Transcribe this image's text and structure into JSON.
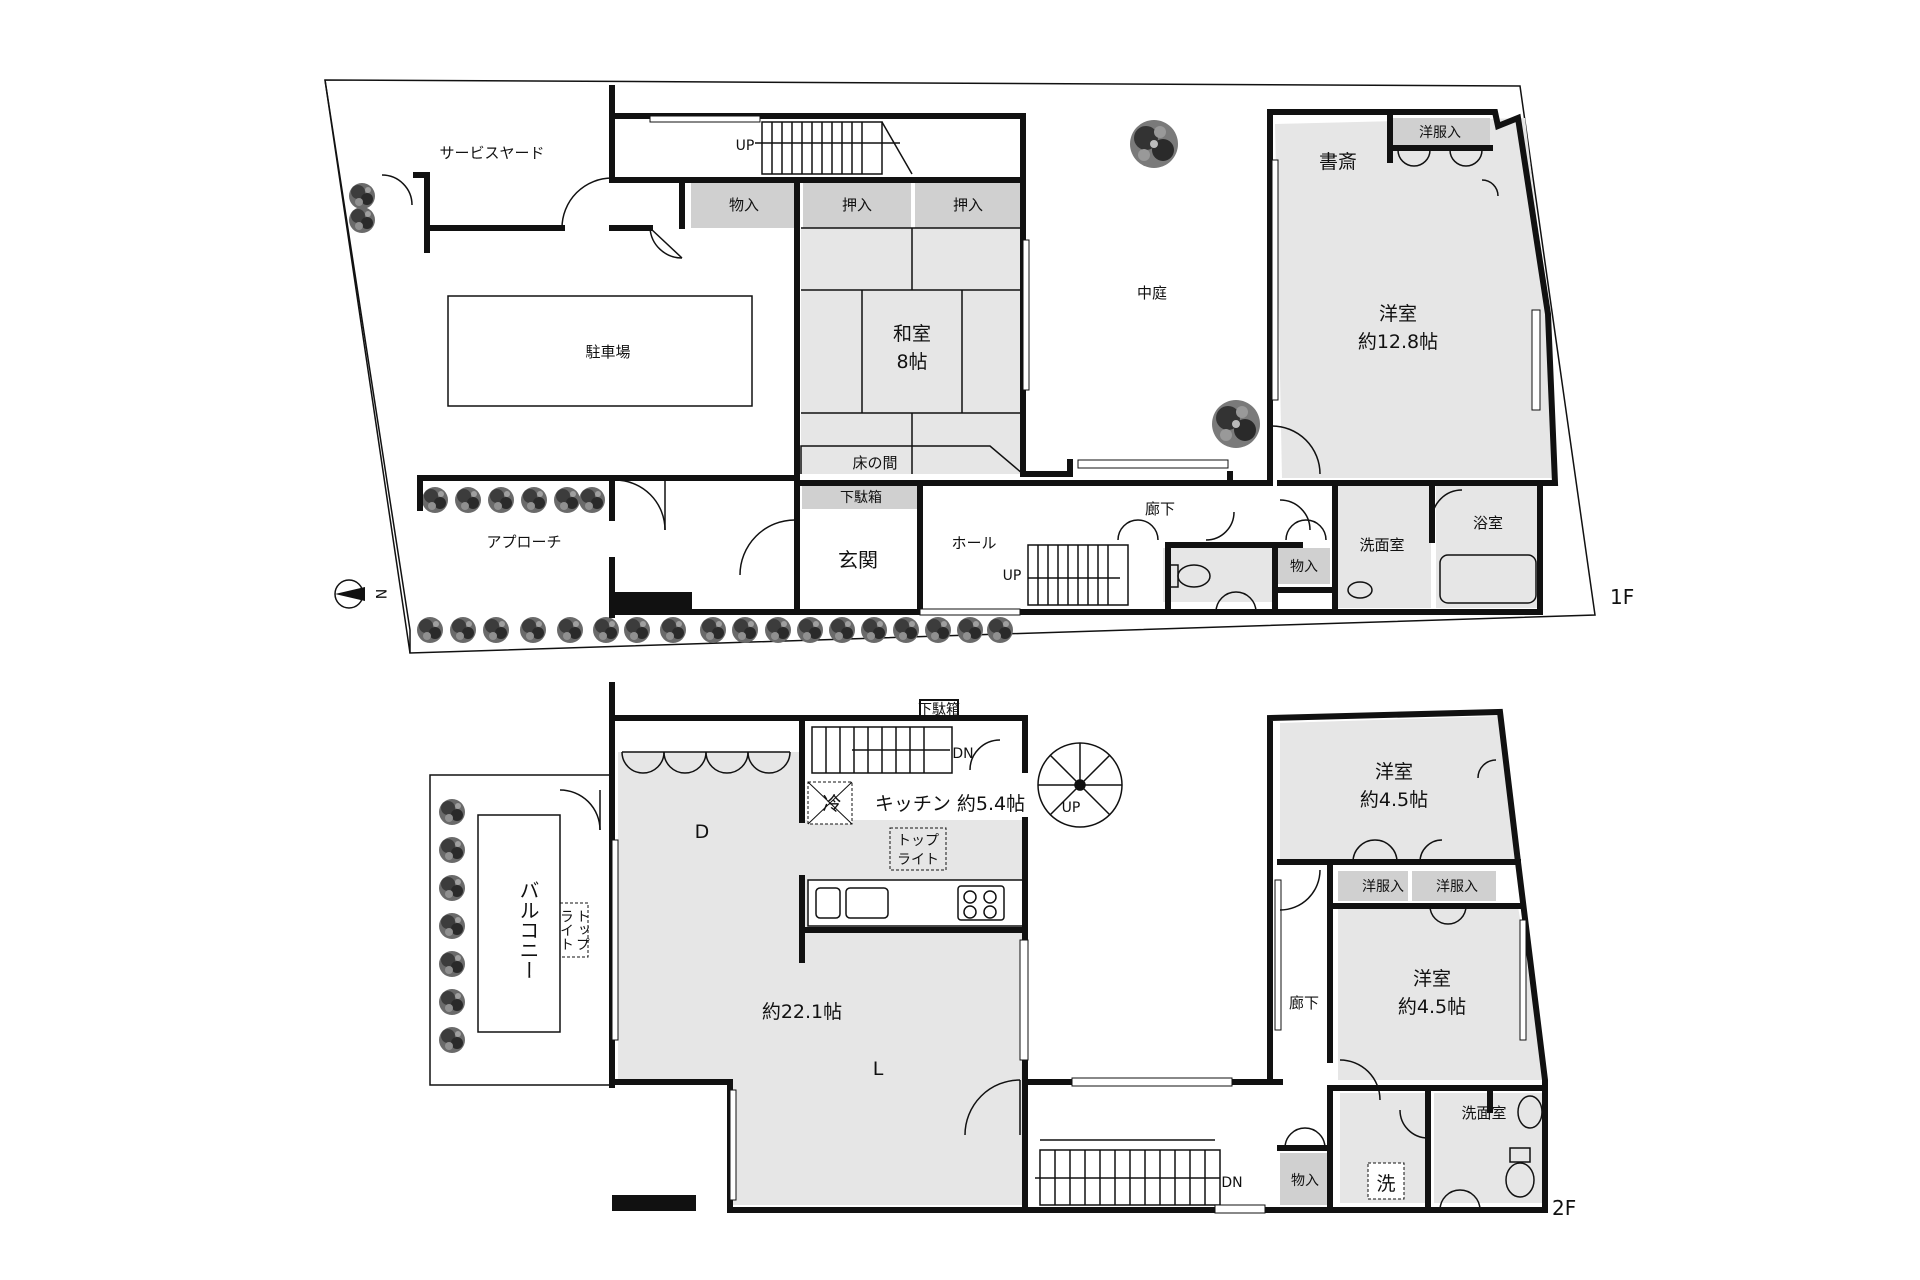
{
  "plan_1f": {
    "floor_label": "1F",
    "rooms": {
      "service_yard": "サービスヤード",
      "parking": "駐車場",
      "approach": "アプローチ",
      "storage_top": "物入",
      "closet_a": "押入",
      "closet_b": "押入",
      "washitsu_name": "和室",
      "washitsu_size": "8帖",
      "tokonoma": "床の間",
      "courtyard": "中庭",
      "study": "書斎",
      "wardrobe": "洋服入",
      "western_name": "洋室",
      "western_size": "約12.8帖",
      "shoe_box": "下駄箱",
      "entrance": "玄関",
      "hall": "ホール",
      "corridor": "廊下",
      "storage_bottom": "物入",
      "washroom": "洗面室",
      "bathroom": "浴室"
    },
    "stairs": {
      "hall_up": "UP",
      "top_up": "UP"
    }
  },
  "plan_2f": {
    "floor_label": "2F",
    "rooms": {
      "shoe_box": "下駄箱",
      "kitchen": "キッチン 約5.4帖",
      "fridge": "冷",
      "toplight_kitchen_1": "トップ",
      "toplight_kitchen_2": "ライト",
      "dining": "D",
      "living_size": "約22.1帖",
      "living": "L",
      "balcony": "バルコニー",
      "toplight_balcony_1": "トップ",
      "toplight_balcony_2": "ライト",
      "western1_name": "洋室",
      "western1_size": "約4.5帖",
      "wardrobe_a": "洋服入",
      "wardrobe_b": "洋服入",
      "western2_name": "洋室",
      "western2_size": "約4.5帖",
      "corridor": "廊下",
      "storage": "物入",
      "laundry": "洗",
      "washroom": "洗面室"
    },
    "stairs": {
      "main_dn": "DN",
      "top_dn": "DN",
      "spiral_up": "UP"
    }
  },
  "compass": {
    "north": "N"
  }
}
